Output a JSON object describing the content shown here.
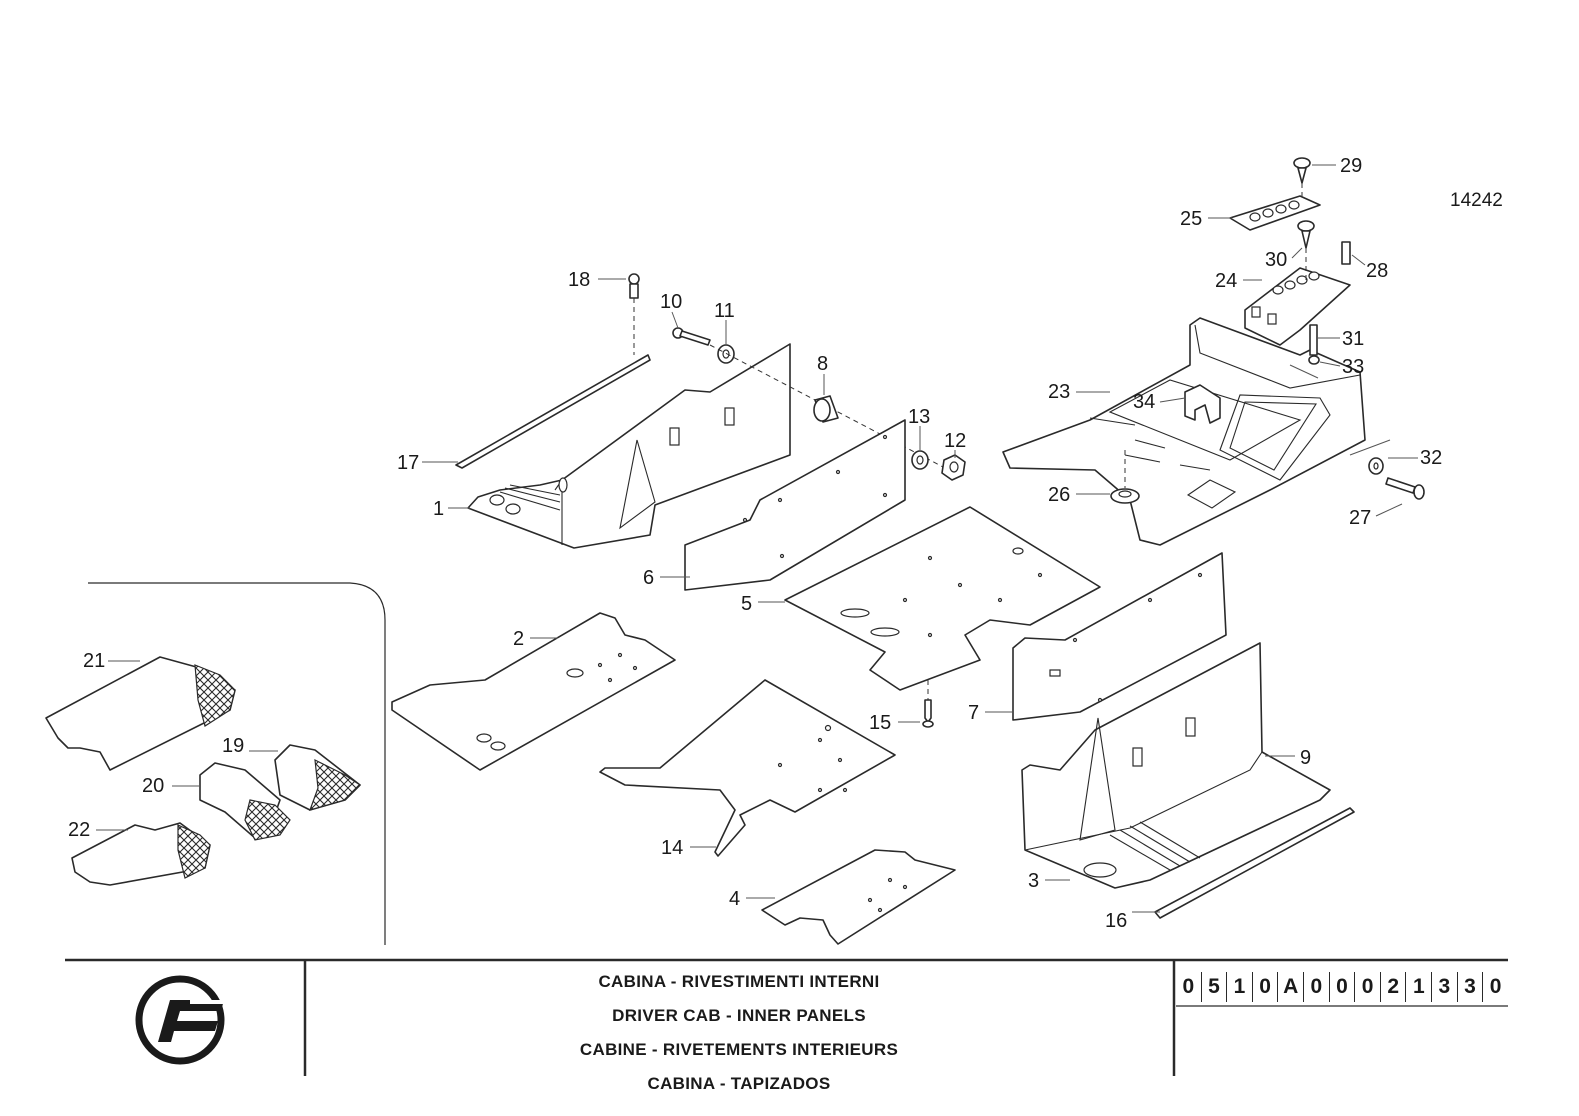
{
  "drawing_code": "14242",
  "callouts": [
    "1",
    "2",
    "3",
    "4",
    "5",
    "6",
    "7",
    "8",
    "9",
    "10",
    "11",
    "12",
    "13",
    "14",
    "15",
    "16",
    "17",
    "18",
    "19",
    "20",
    "21",
    "22",
    "23",
    "24",
    "25",
    "26",
    "27",
    "28",
    "29",
    "30",
    "31",
    "32",
    "33",
    "34"
  ],
  "title_block": {
    "title_it": "CABINA - RIVESTIMENTI INTERNI",
    "title_en": "DRIVER CAB - INNER PANELS",
    "title_fr": "CABINE - RIVETEMENTS INTERIEURS",
    "title_es": "CABINA - TAPIZADOS",
    "document_number_chars": [
      "0",
      "5",
      "1",
      "0",
      "A",
      "0",
      "0",
      "0",
      "2",
      "1",
      "3",
      "3",
      "0"
    ],
    "logo": "company-logo-icon"
  },
  "colors": {
    "line": "#2a2a2a",
    "background": "#ffffff"
  }
}
